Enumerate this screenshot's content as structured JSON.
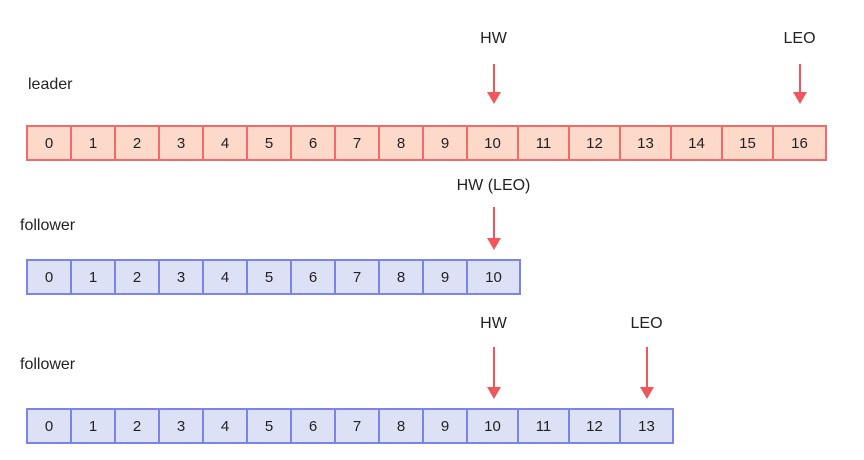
{
  "rows": [
    {
      "label": "leader",
      "kind": "leader",
      "cells": [
        "0",
        "1",
        "2",
        "3",
        "4",
        "5",
        "6",
        "7",
        "8",
        "9",
        "10",
        "11",
        "12",
        "13",
        "14",
        "15",
        "16"
      ],
      "markers": [
        {
          "label": "HW",
          "index": 10
        },
        {
          "label": "LEO",
          "index": 16
        }
      ]
    },
    {
      "label": "follower",
      "kind": "follower",
      "cells": [
        "0",
        "1",
        "2",
        "3",
        "4",
        "5",
        "6",
        "7",
        "8",
        "9",
        "10"
      ],
      "markers": [
        {
          "label": "HW (LEO)",
          "index": 10
        }
      ]
    },
    {
      "label": "follower",
      "kind": "follower",
      "cells": [
        "0",
        "1",
        "2",
        "3",
        "4",
        "5",
        "6",
        "7",
        "8",
        "9",
        "10",
        "11",
        "12",
        "13"
      ],
      "markers": [
        {
          "label": "HW",
          "index": 10
        },
        {
          "label": "LEO",
          "index": 13
        }
      ]
    }
  ],
  "colors": {
    "leader_fill": "#fdd9c9",
    "leader_border": "#f26a6a",
    "follower_fill": "#dde1f5",
    "follower_border": "#7b84ea",
    "arrow": "#f0565a"
  }
}
